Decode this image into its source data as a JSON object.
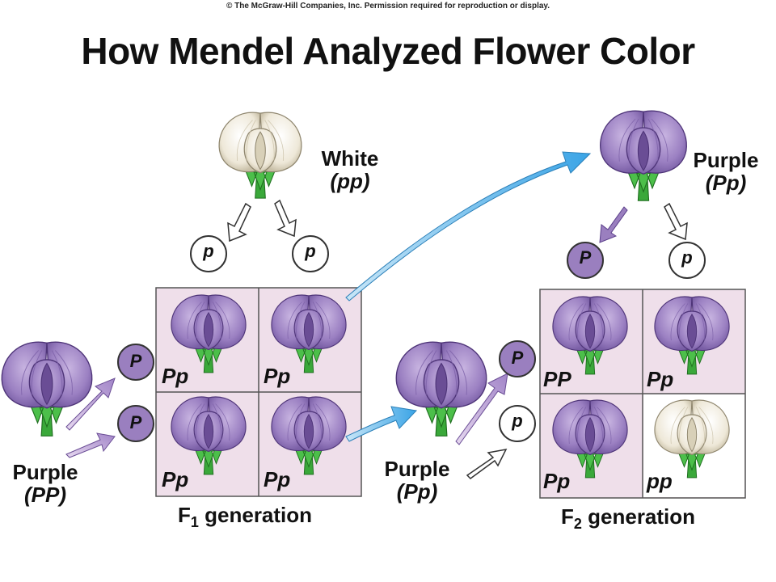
{
  "copyright": "© The McGraw-Hill Companies, Inc. Permission required for reproduction or display.",
  "title": "How Mendel Analyzed Flower Color",
  "colors": {
    "purple": "#9a7fbf",
    "purple_dark": "#5b3f8a",
    "white_flower": "#f2eee2",
    "grid_bg": "#efdfea",
    "arrow_blue": "#5ab4e8",
    "green": "#3aa83a"
  },
  "parents": {
    "white": {
      "name": "White",
      "genotype": "(pp)"
    },
    "purple": {
      "name": "Purple",
      "genotype": "(PP)"
    }
  },
  "alleles": {
    "white_left": "p",
    "white_right": "p",
    "purple_top": "P",
    "purple_bottom": "P",
    "f1_top": "P",
    "f1_bottom": "p",
    "f1top_left": "P",
    "f1top_right": "p"
  },
  "f1": {
    "label_base": "F",
    "label_sub": "1",
    "label_rest": " generation",
    "cells": [
      "Pp",
      "Pp",
      "Pp",
      "Pp"
    ]
  },
  "f1_individual": {
    "name": "Purple",
    "genotype": "(Pp)"
  },
  "f1_top_individual": {
    "name": "Purple",
    "genotype": "(Pp)"
  },
  "f2": {
    "label_base": "F",
    "label_sub": "2",
    "label_rest": " generation",
    "cells": [
      "PP",
      "Pp",
      "Pp",
      "pp"
    ]
  }
}
